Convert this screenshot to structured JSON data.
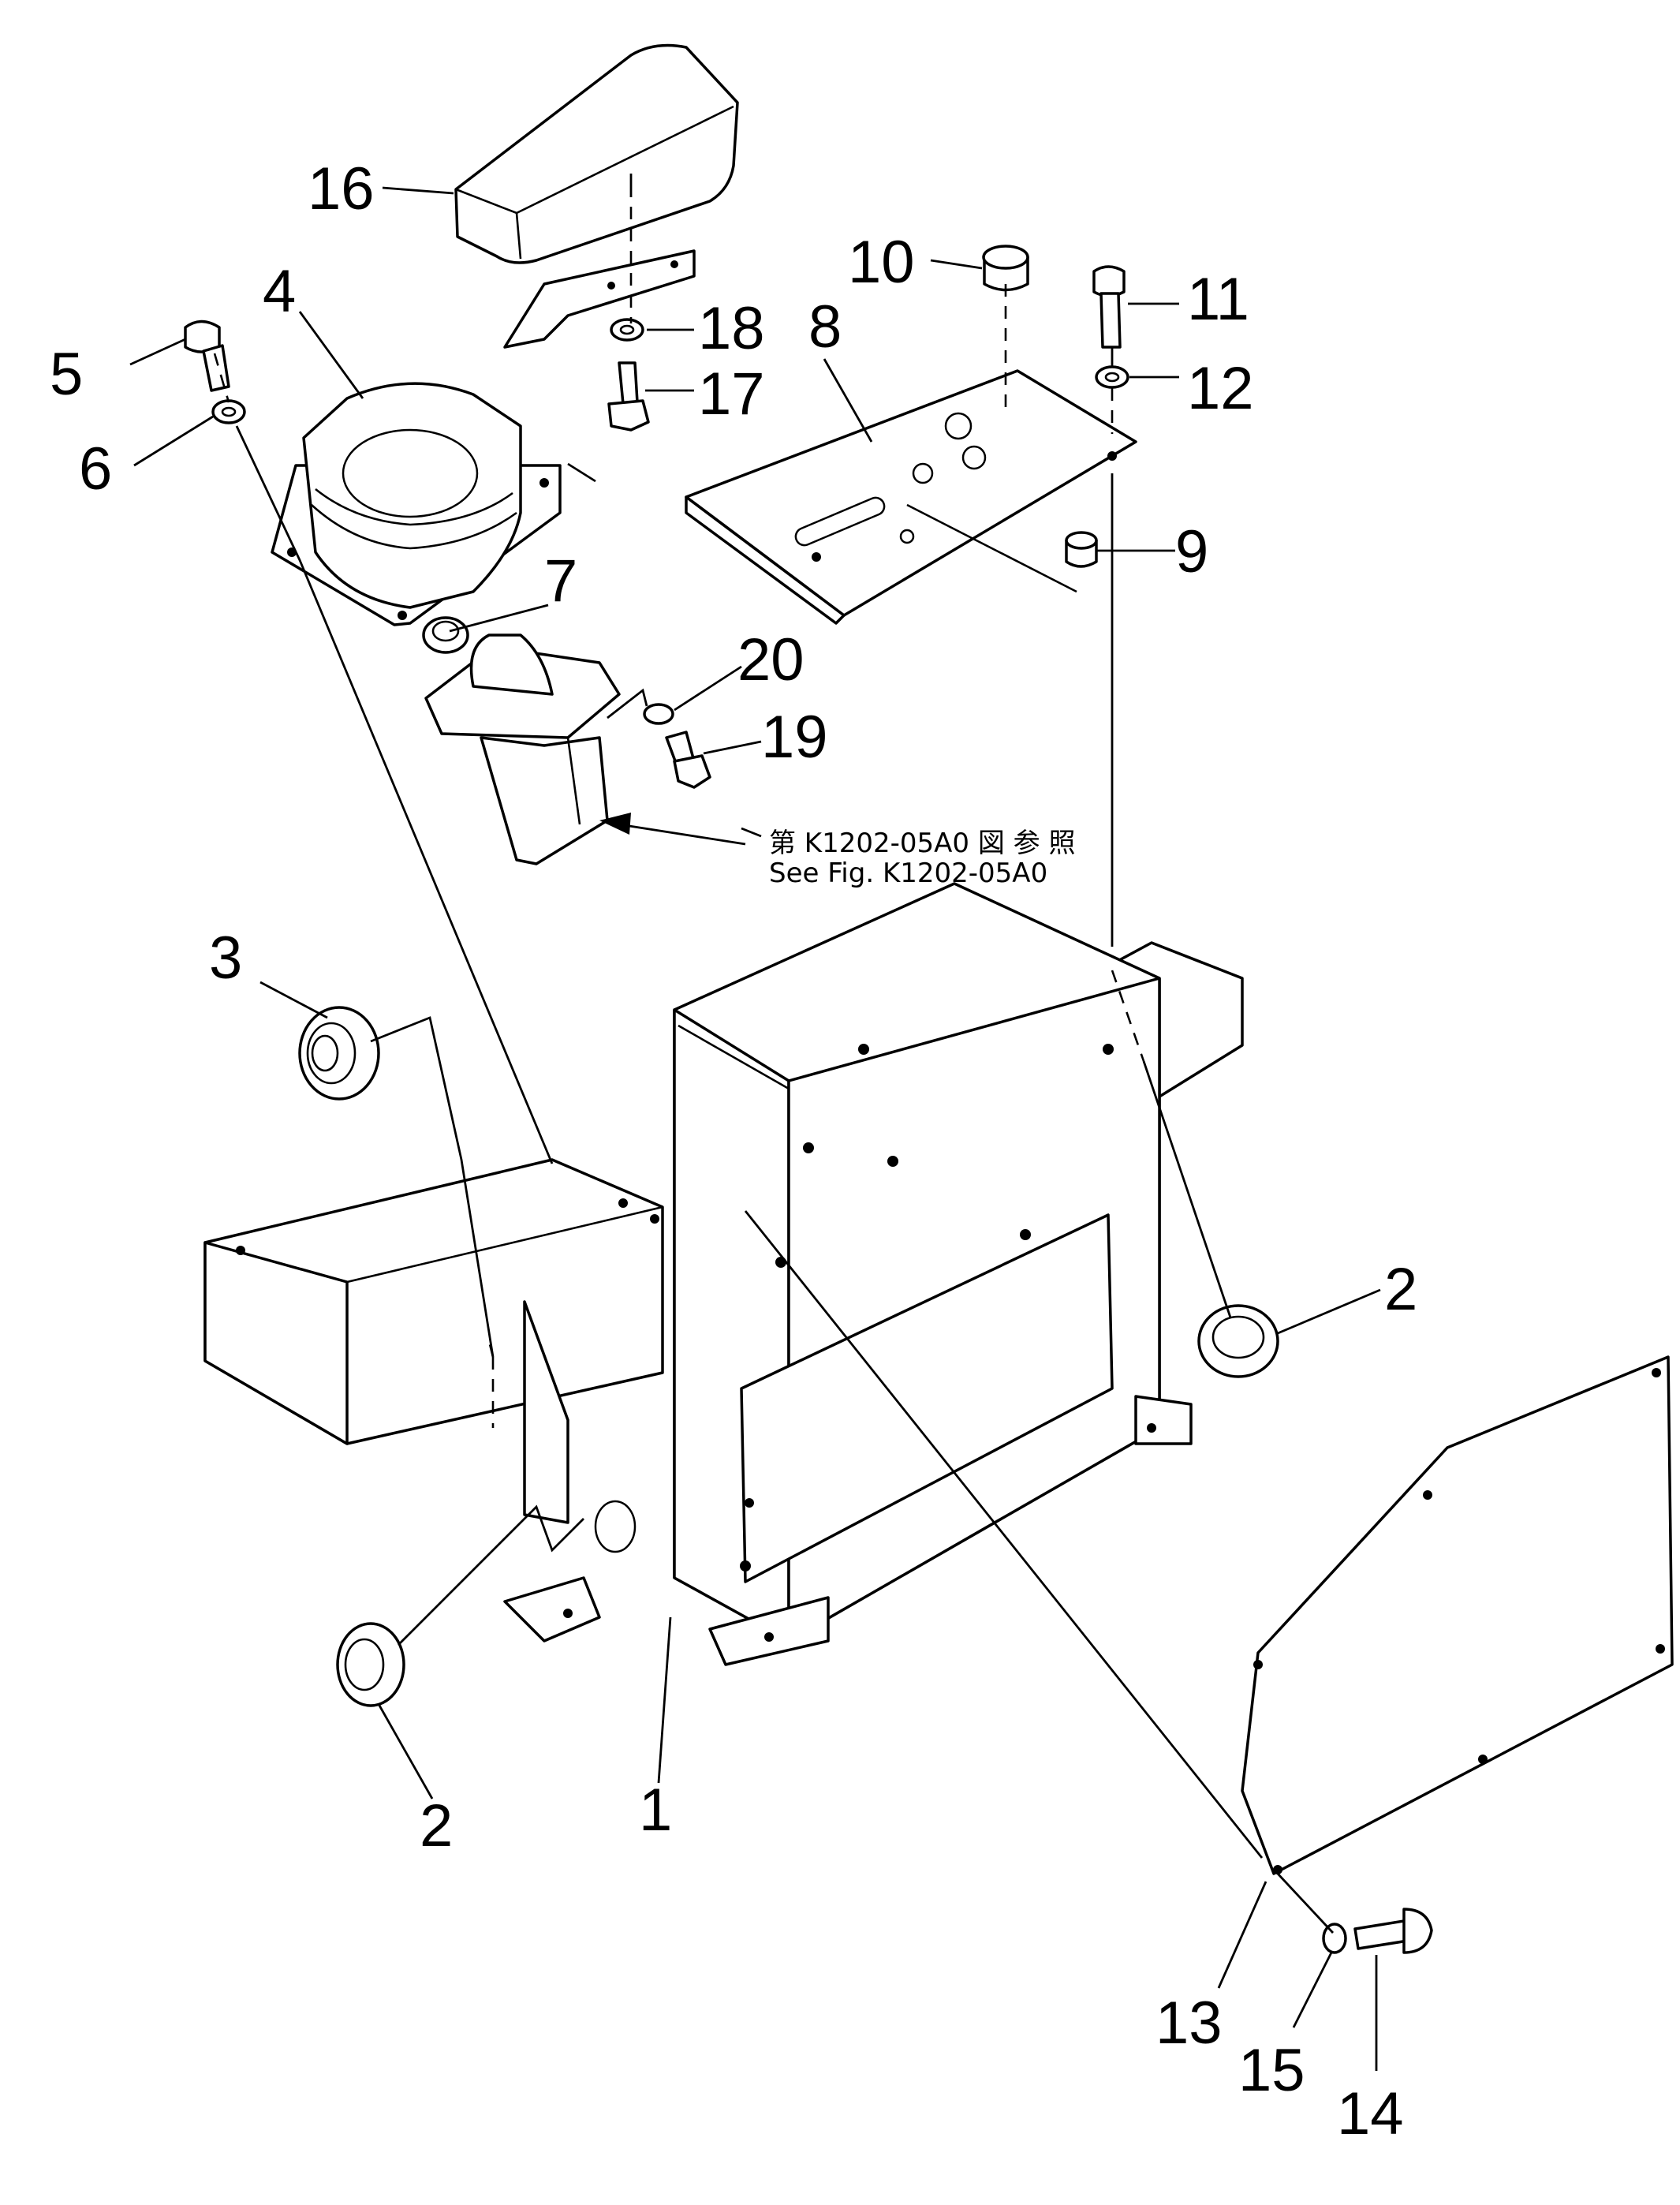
{
  "parts": [
    {
      "id": "p1",
      "label": "1"
    },
    {
      "id": "p2a",
      "label": "2"
    },
    {
      "id": "p2b",
      "label": "2"
    },
    {
      "id": "p3",
      "label": "3"
    },
    {
      "id": "p4",
      "label": "4"
    },
    {
      "id": "p5",
      "label": "5"
    },
    {
      "id": "p6",
      "label": "6"
    },
    {
      "id": "p7",
      "label": "7"
    },
    {
      "id": "p8",
      "label": "8"
    },
    {
      "id": "p9",
      "label": "9"
    },
    {
      "id": "p10",
      "label": "10"
    },
    {
      "id": "p11",
      "label": "11"
    },
    {
      "id": "p12",
      "label": "12"
    },
    {
      "id": "p13",
      "label": "13"
    },
    {
      "id": "p14",
      "label": "14"
    },
    {
      "id": "p15",
      "label": "15"
    },
    {
      "id": "p16",
      "label": "16"
    },
    {
      "id": "p17",
      "label": "17"
    },
    {
      "id": "p18",
      "label": "18"
    },
    {
      "id": "p19",
      "label": "19"
    },
    {
      "id": "p20",
      "label": "20"
    }
  ],
  "reference": {
    "jp": "第 K1202-05A0 図 参 照",
    "en": "See Fig. K1202-05A0"
  }
}
